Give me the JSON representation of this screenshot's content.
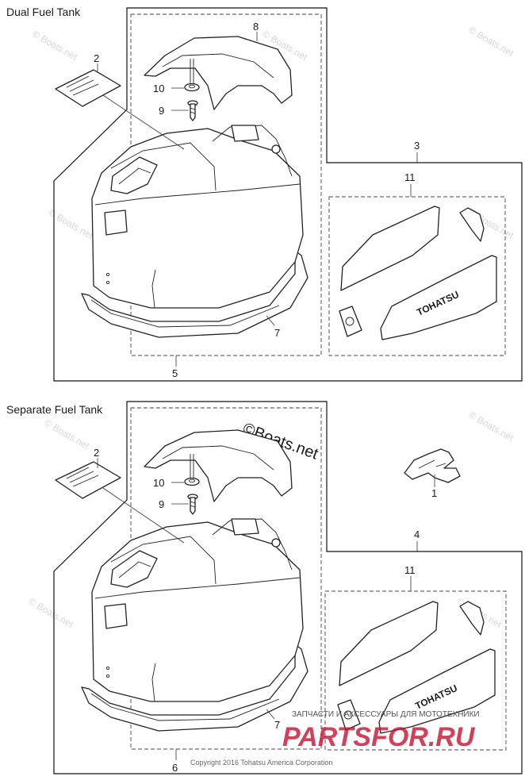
{
  "sections": {
    "dual": {
      "title": "Dual Fuel Tank"
    },
    "separate": {
      "title": "Separate Fuel Tank"
    }
  },
  "callouts": {
    "top": {
      "c2": "2",
      "c8": "8",
      "c10": "10",
      "c9": "9",
      "c3": "3",
      "c11": "11",
      "c7": "7",
      "c5": "5"
    },
    "bottom": {
      "c2": "2",
      "c10": "10",
      "c9": "9",
      "c1": "1",
      "c4": "4",
      "c11": "11",
      "c7": "7",
      "c6": "6"
    }
  },
  "decal_text": {
    "top": "TOHATSU",
    "bottom": "TOHATSU"
  },
  "watermarks": {
    "boats": "© Boats.net",
    "boats_large": "©Boats.net",
    "partsfor_caption": "ЗАПЧАСТИ И АКСЕССУАРЫ ДЛЯ МОТОТЕХНИКИ",
    "partsfor_logo": "PARTSFOR.RU"
  },
  "copyright": "Copyright 2016 Tohatsu America Corporation",
  "colors": {
    "line": "#222222",
    "watermark_red": "#c8102e",
    "watermark_grey": "#d7d7d7"
  },
  "icons": {
    "decal_emblem": "tohatsu-emblem-icon"
  }
}
